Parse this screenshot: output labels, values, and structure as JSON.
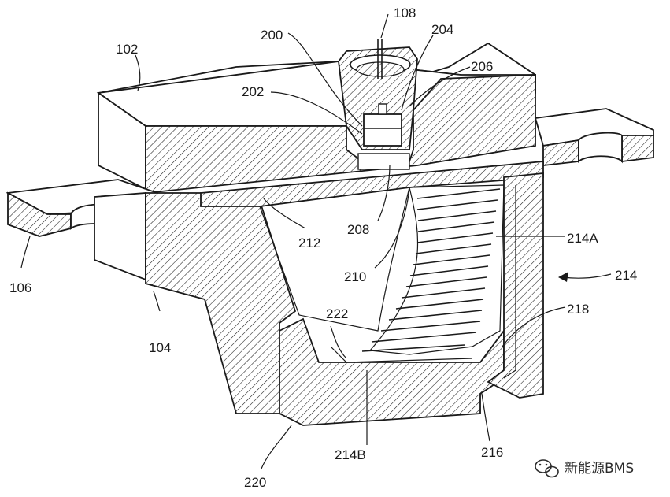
{
  "labels": {
    "l102": "102",
    "l104": "104",
    "l106": "106",
    "l108": "108",
    "l200": "200",
    "l202": "202",
    "l204": "204",
    "l206": "206",
    "l208": "208",
    "l210": "210",
    "l212": "212",
    "l214": "214",
    "l214A": "214A",
    "l214B": "214B",
    "l216": "216",
    "l218": "218",
    "l220": "220",
    "l222": "222"
  },
  "watermark": {
    "text": "新能源BMS",
    "icon": "wechat-icon"
  }
}
